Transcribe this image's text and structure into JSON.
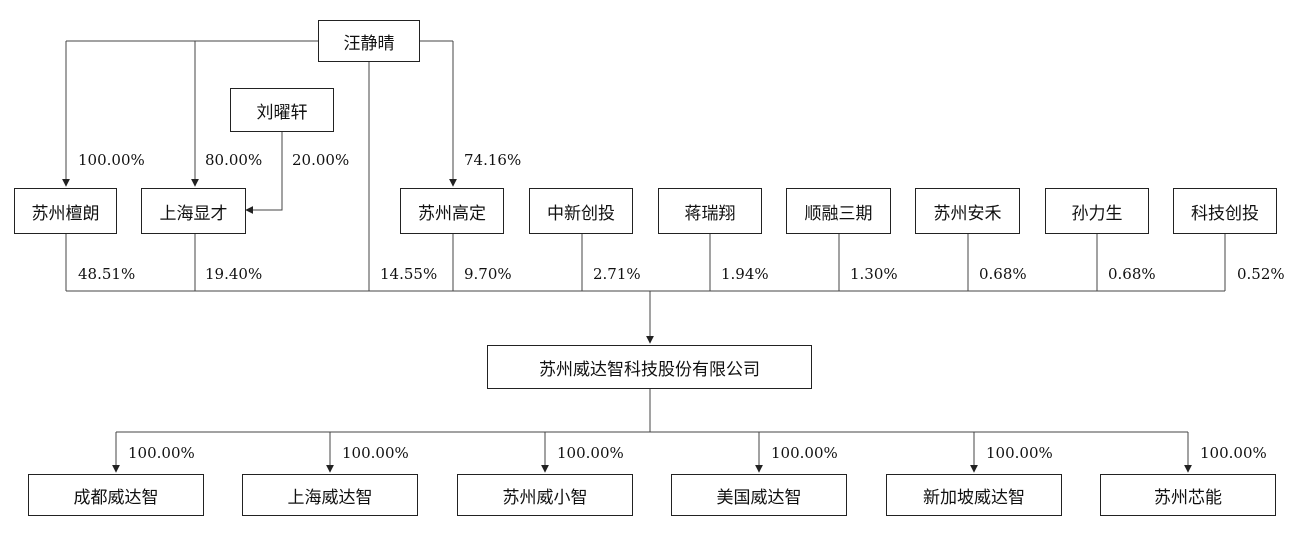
{
  "top": {
    "name": "汪静晴"
  },
  "second": {
    "name": "刘曜轩"
  },
  "shareholders": [
    {
      "name": "苏州檀朗"
    },
    {
      "name": "上海显才"
    },
    {
      "name": "苏州高定"
    },
    {
      "name": "中新创投"
    },
    {
      "name": "蒋瑞翔"
    },
    {
      "name": "顺融三期"
    },
    {
      "name": "苏州安禾"
    },
    {
      "name": "孙力生"
    },
    {
      "name": "科技创投"
    }
  ],
  "upper_percentages": {
    "wang_to_tanlang": "100.00%",
    "wang_to_xiancai": "80.00%",
    "liu_to_xiancai": "20.00%",
    "wang_to_gaoding": "74.16%"
  },
  "holding_percentages": [
    "48.51%",
    "19.40%",
    "14.55%",
    "9.70%",
    "2.71%",
    "1.94%",
    "1.30%",
    "0.68%",
    "0.68%",
    "0.52%"
  ],
  "company": {
    "name": "苏州威达智科技股份有限公司"
  },
  "subsidiaries": [
    {
      "name": "成都威达智",
      "pct": "100.00%"
    },
    {
      "name": "上海威达智",
      "pct": "100.00%"
    },
    {
      "name": "苏州威小智",
      "pct": "100.00%"
    },
    {
      "name": "美国威达智",
      "pct": "100.00%"
    },
    {
      "name": "新加坡威达智",
      "pct": "100.00%"
    },
    {
      "name": "苏州芯能",
      "pct": "100.00%"
    }
  ]
}
